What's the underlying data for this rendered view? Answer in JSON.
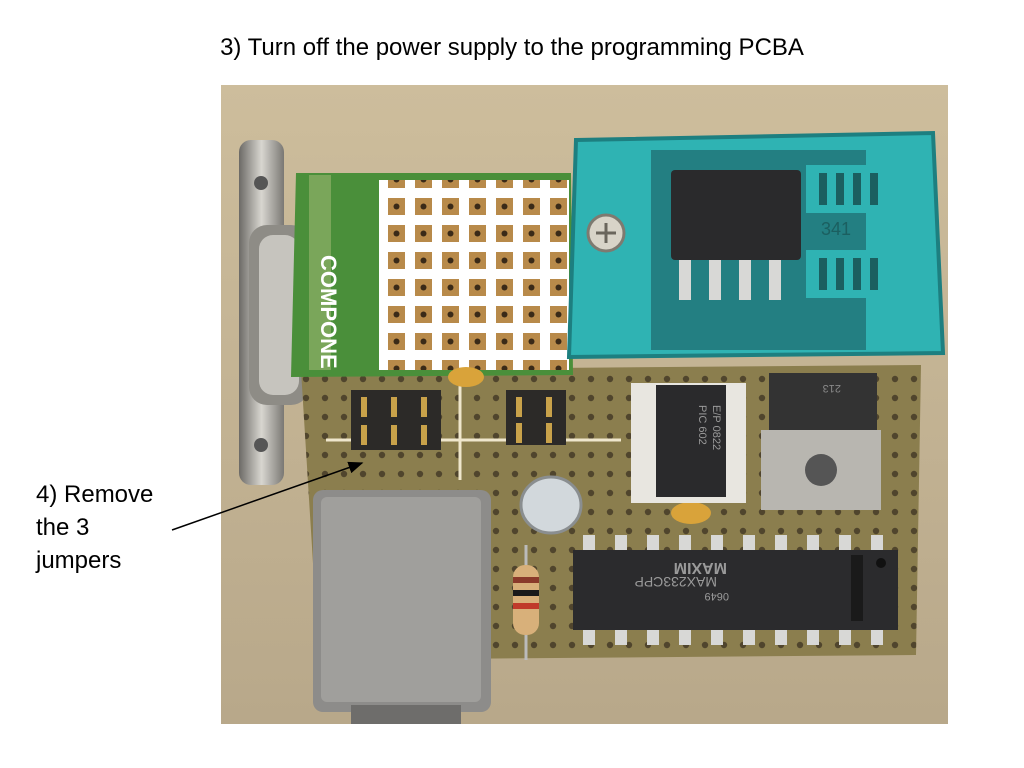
{
  "slide": {
    "title": "3) Turn off the power supply to the programming PCBA"
  },
  "callout": {
    "lines": [
      "4) Remove",
      "the 3",
      "jumpers"
    ]
  },
  "photo": {
    "subject": "programming PCBA with ZIF socket, jumpers, MAX233CPP and PIC chips",
    "board_text": {
      "silk_label": "COMPONE",
      "socket_label": "341",
      "regulator_label": "213",
      "max_chip_line1": "MAX233CPP",
      "max_chip_line2": "0649",
      "max_chip_logo": "MAXIM",
      "pic_chip_line1": "PIC 602",
      "pic_chip_line2": "E/P 0822"
    }
  },
  "colors": {
    "pcb": "#8b7e4e",
    "zif_socket": "#2fb3b3",
    "background": "#c9b99a"
  }
}
